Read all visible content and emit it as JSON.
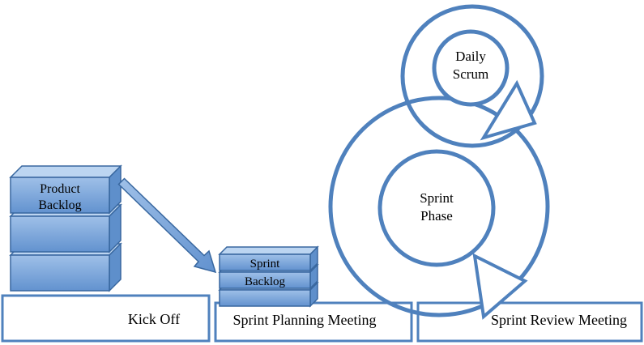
{
  "nodes": {
    "product_backlog": {
      "line1": "Product",
      "line2": "Backlog"
    },
    "sprint_backlog": {
      "line1": "Sprint",
      "line2": "Backlog"
    },
    "daily_scrum": {
      "line1": "Daily",
      "line2": "Scrum"
    },
    "sprint_phase": {
      "line1": "Sprint",
      "line2": "Phase"
    },
    "kick_off": {
      "label": "Kick Off"
    },
    "sprint_planning_meeting": {
      "label": "Sprint Planning Meeting"
    },
    "sprint_review_meeting": {
      "label": "Sprint Review Meeting"
    }
  },
  "colors": {
    "ring_stroke": "#4F81BD",
    "rect_stroke": "#4F81BD",
    "box_edge": "#38679F",
    "box_front_light": "#9FC0E8",
    "box_front_dark": "#6292CF",
    "box_top": "#BCD5F1",
    "box_side": "#5E8FCB",
    "text": "#000000",
    "background": "#FFFFFF"
  }
}
